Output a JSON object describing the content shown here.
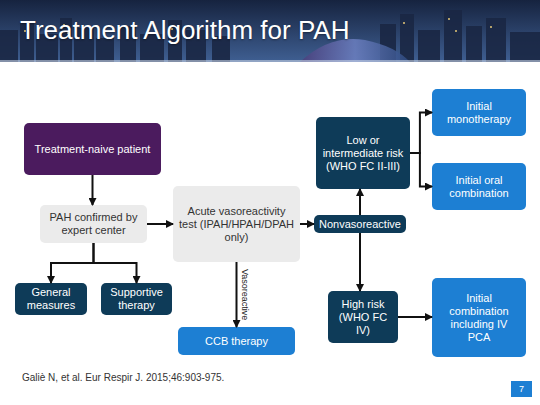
{
  "diagram": {
    "title": "Treatment Algorithm for PAH",
    "nodes": [
      {
        "text": [
          "Treatment-naive patient"
        ]
      },
      {
        "text": [
          "PAH confirmed by expert center"
        ]
      },
      {
        "text": [
          "General measures"
        ]
      },
      {
        "text": [
          "Supportive therapy"
        ]
      },
      {
        "text": [
          "Acute vasoreactivity test (IPAH/HPAH/DPAH only)"
        ]
      },
      {
        "text": [
          "CCB therapy"
        ]
      },
      {
        "text": [
          "Nonvasoreactive"
        ]
      },
      {
        "text": [
          "Low or intermediate risk (WHO FC II-III)"
        ]
      },
      {
        "text": [
          "High risk (WHO FC IV)"
        ]
      },
      {
        "text": [
          "Initial monotherapy"
        ]
      },
      {
        "text": [
          "Initial oral combination"
        ]
      },
      {
        "text": [
          "Initial combination including IV PCA"
        ]
      }
    ],
    "edges": [
      {
        "from": 0,
        "to": 1,
        "arrow": "to"
      },
      {
        "from": 1,
        "to": 2,
        "arrow": "to"
      },
      {
        "from": 1,
        "to": 3,
        "arrow": "to"
      },
      {
        "from": 1,
        "to": 4,
        "arrow": "to"
      },
      {
        "from": 4,
        "to": 5,
        "label": "Vasoreactive",
        "arrow": "to"
      },
      {
        "from": 4,
        "to": 6,
        "arrow": "to"
      },
      {
        "from": 6,
        "to": 7,
        "arrow": "to"
      },
      {
        "from": 6,
        "to": 8,
        "arrow": "to"
      },
      {
        "from": 7,
        "to": 9,
        "arrow": "to"
      },
      {
        "from": 7,
        "to": 10,
        "arrow": "to"
      },
      {
        "from": 8,
        "to": 11,
        "arrow": "to"
      }
    ],
    "labels": [
      "Galiè N, et al. Eur Respir J. 2015;46:903-975.",
      "7"
    ]
  }
}
